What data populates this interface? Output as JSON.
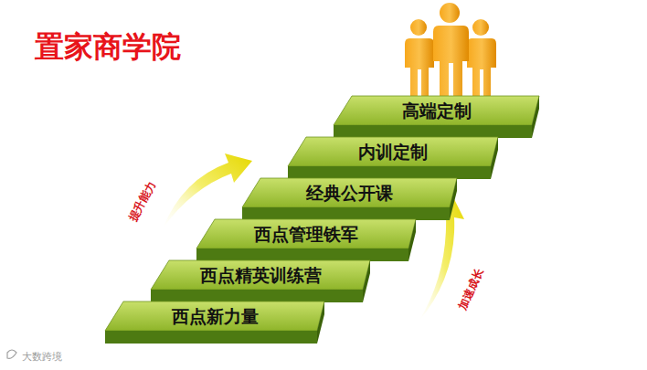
{
  "diagram": {
    "title": "置家商学院",
    "nodes": [
      {
        "text": [
          "高端定制"
        ]
      },
      {
        "text": [
          "内训定制"
        ]
      },
      {
        "text": [
          "经典公开课"
        ]
      },
      {
        "text": [
          "西点管理铁军"
        ]
      },
      {
        "text": [
          "西点精英训练营"
        ]
      },
      {
        "text": [
          "西点新力量"
        ]
      }
    ],
    "labels": [
      "提升能力",
      "加速成长",
      "大数跨境"
    ]
  }
}
